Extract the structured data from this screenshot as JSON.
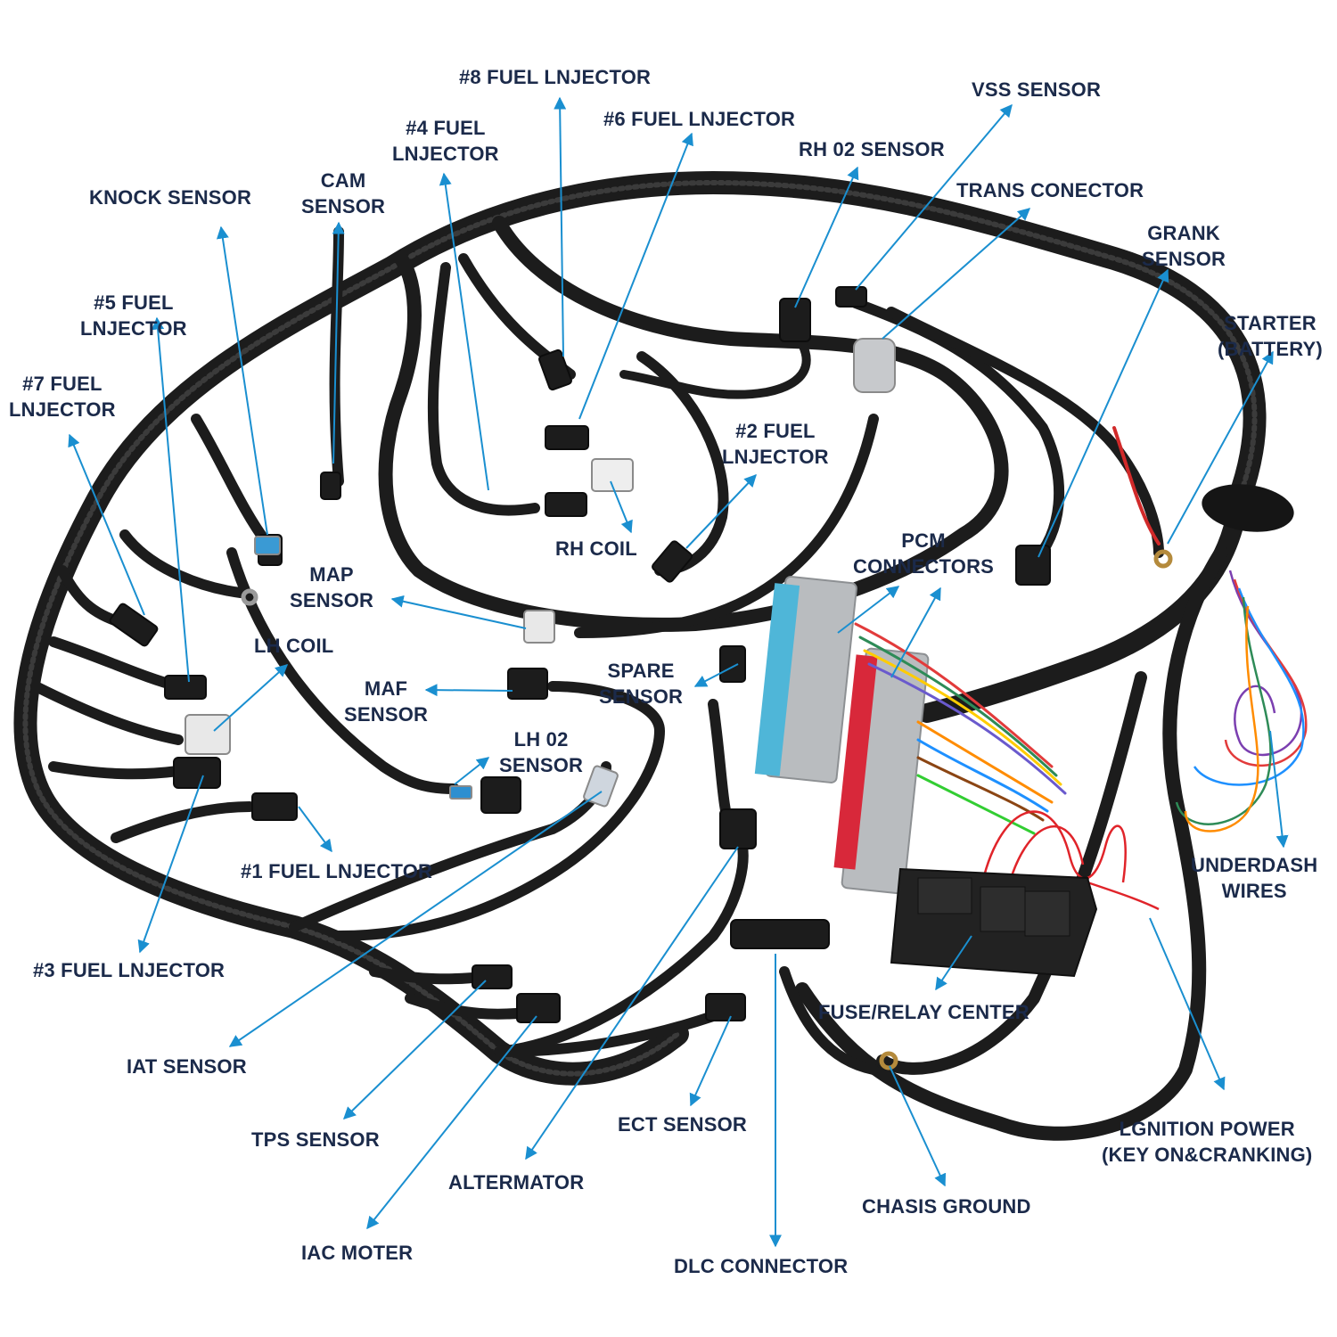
{
  "colors": {
    "label_text": "#1b2a4a",
    "pointer": "#1a8fd0",
    "harness": "#1c1c1c",
    "pcm_blue": "#4fb6d8",
    "pcm_red": "#d8283a",
    "pcm_silver": "#b9bcbf",
    "fuse_box": "#222222",
    "power_wire": "#e0242a"
  },
  "labels": [
    {
      "key": "fuel_injector_8",
      "lines": [
        "#8 FUEL LNJECTOR"
      ]
    },
    {
      "key": "vss_sensor",
      "lines": [
        "VSS SENSOR"
      ]
    },
    {
      "key": "fuel_injector_6",
      "lines": [
        "#6 FUEL LNJECTOR"
      ]
    },
    {
      "key": "fuel_injector_4",
      "lines": [
        "#4 FUEL",
        "LNJECTOR"
      ]
    },
    {
      "key": "rh_o2_sensor",
      "lines": [
        "RH 02 SENSOR"
      ]
    },
    {
      "key": "cam_sensor",
      "lines": [
        "CAM",
        "SENSOR"
      ]
    },
    {
      "key": "trans_connector",
      "lines": [
        "TRANS CONECTOR"
      ]
    },
    {
      "key": "knock_sensor",
      "lines": [
        "KNOCK SENSOR"
      ]
    },
    {
      "key": "crank_sensor",
      "lines": [
        "GRANK",
        "SENSOR"
      ]
    },
    {
      "key": "fuel_injector_5",
      "lines": [
        "#5 FUEL",
        "LNJECTOR"
      ]
    },
    {
      "key": "starter_battery",
      "lines": [
        "STARTER",
        "(BATTERY)"
      ]
    },
    {
      "key": "fuel_injector_7",
      "lines": [
        "#7 FUEL",
        "LNJECTOR"
      ]
    },
    {
      "key": "fuel_injector_2",
      "lines": [
        "#2 FUEL",
        "LNJECTOR"
      ]
    },
    {
      "key": "pcm_connectors",
      "lines": [
        "PCM",
        "CONNECTORS"
      ]
    },
    {
      "key": "rh_coil",
      "lines": [
        "RH COIL"
      ]
    },
    {
      "key": "map_sensor",
      "lines": [
        "MAP",
        "SENSOR"
      ]
    },
    {
      "key": "lh_coil",
      "lines": [
        "LH COIL"
      ]
    },
    {
      "key": "spare_sensor",
      "lines": [
        "SPARE",
        "SENSOR"
      ]
    },
    {
      "key": "maf_sensor",
      "lines": [
        "MAF",
        "SENSOR"
      ]
    },
    {
      "key": "lh_o2_sensor",
      "lines": [
        "LH 02",
        "SENSOR"
      ]
    },
    {
      "key": "underdash_wires",
      "lines": [
        "UNDERDASH",
        "WIRES"
      ]
    },
    {
      "key": "fuel_injector_1",
      "lines": [
        "#1 FUEL LNJECTOR"
      ]
    },
    {
      "key": "fuel_injector_3",
      "lines": [
        "#3 FUEL LNJECTOR"
      ]
    },
    {
      "key": "fuse_relay_center",
      "lines": [
        "FUSE/RELAY CENTER"
      ]
    },
    {
      "key": "iat_sensor",
      "lines": [
        "IAT SENSOR"
      ]
    },
    {
      "key": "ignition_power",
      "lines": [
        "LGNITION POWER",
        "(KEY ON&CRANKING)"
      ]
    },
    {
      "key": "ect_sensor",
      "lines": [
        "ECT SENSOR"
      ]
    },
    {
      "key": "tps_sensor",
      "lines": [
        "TPS SENSOR"
      ]
    },
    {
      "key": "alternator",
      "lines": [
        "ALTERMATOR"
      ]
    },
    {
      "key": "chassis_ground",
      "lines": [
        "CHASIS GROUND"
      ]
    },
    {
      "key": "iac_motor",
      "lines": [
        "IAC MOTER"
      ]
    },
    {
      "key": "dlc_connector",
      "lines": [
        "DLC CONNECTOR"
      ]
    }
  ]
}
